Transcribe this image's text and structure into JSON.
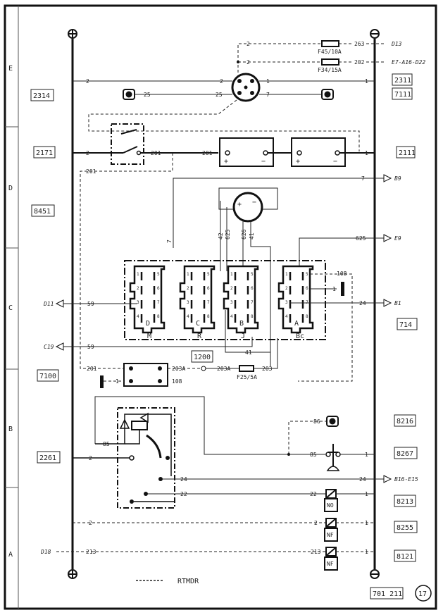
{
  "diagram": {
    "row_zones": [
      "E",
      "D",
      "C",
      "B",
      "A"
    ],
    "plus_symbol": "⊕",
    "minus_symbol": "⊖",
    "component_refs": {
      "left": [
        "2314",
        "2171",
        "8451",
        "7100",
        "2261"
      ],
      "right": [
        "2311",
        "7111",
        "2111",
        "714",
        "8216",
        "8267",
        "8213",
        "8255",
        "8121"
      ]
    },
    "center_ref": "1200",
    "fuses": [
      {
        "id": "F45",
        "label": "F45/10A",
        "wire_out": "263",
        "destination": "D13"
      },
      {
        "id": "F34",
        "label": "F34/15A",
        "wire_out": "202",
        "destination": "E7-A16-D22"
      },
      {
        "id": "F25",
        "label": "F25/5A",
        "wire_in": "203A",
        "wire_out": "203"
      }
    ],
    "destinations": {
      "b9": "B9",
      "e9": "E9",
      "b1": "B1",
      "d11": "D11",
      "c19": "C19",
      "b16_e15": "B16-E15",
      "d18": "D18"
    },
    "wire_labels": {
      "w2": "2",
      "w25": "25",
      "w1": "1",
      "w7": "7",
      "w201": "201",
      "w625": "625",
      "w626": "626",
      "w42": "42",
      "w41": "41",
      "w59": "59",
      "w108": "108",
      "w203": "203",
      "w203A": "203A",
      "w85": "85",
      "w24": "24",
      "w22": "22",
      "w213": "213",
      "w86": "86"
    },
    "battery_terminals": {
      "plus": "+",
      "minus": "−"
    },
    "connectors": [
      {
        "id": "M",
        "letter": "D",
        "pins": [
          "1",
          "2",
          "3",
          "4",
          "5",
          "6",
          "7",
          "8"
        ]
      },
      {
        "id": "R",
        "letter": "C",
        "pins": [
          "1",
          "2",
          "3",
          "4",
          "5",
          "6",
          "7",
          "8"
        ]
      },
      {
        "id": "J",
        "letter": "B",
        "pins": [
          "1",
          "2",
          "3",
          "4",
          "5",
          "6",
          "7",
          "8"
        ]
      },
      {
        "id": "Bc",
        "letter": "A",
        "pins": [
          "1",
          "2",
          "3",
          "4",
          "5",
          "6",
          "7",
          "8"
        ]
      }
    ],
    "switch_types": {
      "normally_open": "NO",
      "normally_closed": "NF"
    },
    "legend": {
      "line_style": "dashed",
      "label": "RTMDR"
    },
    "page_ref": "701 211",
    "page_number": "17"
  }
}
